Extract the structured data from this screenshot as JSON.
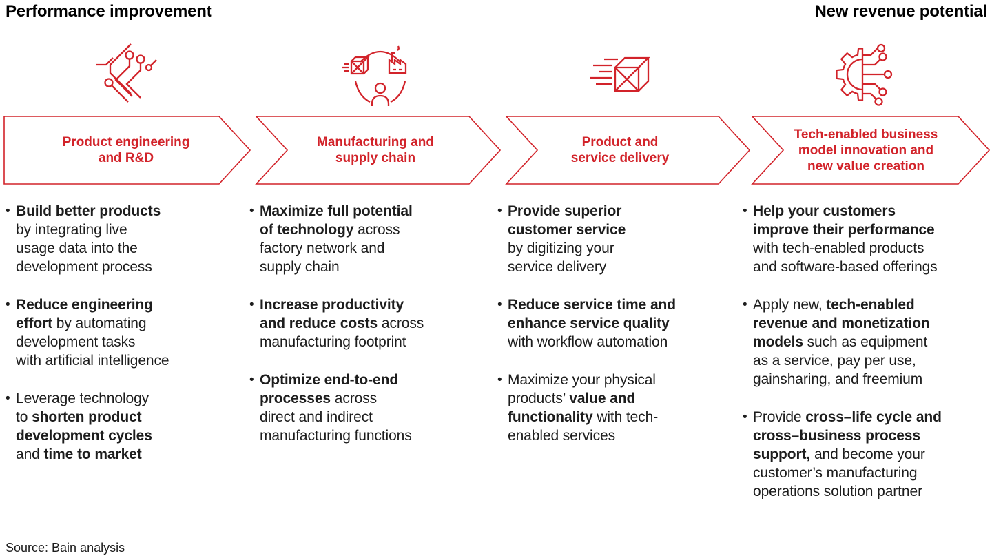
{
  "colors": {
    "red": "#d2232a",
    "text": "#1d1d1d"
  },
  "bullet_char": "•",
  "headings": {
    "left": "Performance improvement",
    "right": "New revenue potential"
  },
  "source": "Source: Bain analysis",
  "columns": [
    {
      "icon": "circuit-board-icon",
      "arrow_label": "Product engineering\nand R&D",
      "bullets": [
        {
          "segments": [
            {
              "t": "Build better products",
              "b": true
            },
            {
              "t": "\nby integrating live\nusage data into the\ndevelopment process",
              "b": false
            }
          ]
        },
        {
          "segments": [
            {
              "t": "Reduce engineering\neffort",
              "b": true
            },
            {
              "t": " by automating\ndevelopment tasks\nwith artificial intelligence",
              "b": false
            }
          ]
        },
        {
          "segments": [
            {
              "t": "Leverage technology\nto ",
              "b": false
            },
            {
              "t": "shorten product\ndevelopment cycles",
              "b": true
            },
            {
              "t": "\nand ",
              "b": false
            },
            {
              "t": "time to market",
              "b": true
            }
          ]
        }
      ]
    },
    {
      "icon": "supply-chain-cycle-icon",
      "arrow_label": "Manufacturing and\nsupply chain",
      "bullets": [
        {
          "segments": [
            {
              "t": "Maximize full potential\nof technology",
              "b": true
            },
            {
              "t": " across\nfactory network and\nsupply chain",
              "b": false
            }
          ]
        },
        {
          "segments": [
            {
              "t": "Increase productivity\nand reduce costs",
              "b": true
            },
            {
              "t": " across\nmanufacturing footprint",
              "b": false
            }
          ]
        },
        {
          "segments": [
            {
              "t": "Optimize end-to-end\nprocesses",
              "b": true
            },
            {
              "t": " across\ndirect and indirect\nmanufacturing functions",
              "b": false
            }
          ]
        }
      ]
    },
    {
      "icon": "fast-delivery-box-icon",
      "arrow_label": "Product and\nservice delivery",
      "bullets": [
        {
          "segments": [
            {
              "t": "Provide superior\ncustomer service",
              "b": true
            },
            {
              "t": "\nby digitizing your\nservice delivery",
              "b": false
            }
          ]
        },
        {
          "segments": [
            {
              "t": "Reduce service time and\nenhance service quality",
              "b": true
            },
            {
              "t": "\nwith workflow automation",
              "b": false
            }
          ]
        },
        {
          "segments": [
            {
              "t": "Maximize your physical\nproducts’ ",
              "b": false
            },
            {
              "t": "value and\nfunctionality",
              "b": true
            },
            {
              "t": " with tech-\nenabled services",
              "b": false
            }
          ]
        }
      ]
    },
    {
      "icon": "gear-circuit-icon",
      "arrow_label": "Tech-enabled business\nmodel innovation and\nnew value creation",
      "bullets": [
        {
          "segments": [
            {
              "t": "Help your customers\nimprove their performance",
              "b": true
            },
            {
              "t": "\nwith tech-enabled products\nand software-based offerings",
              "b": false
            }
          ]
        },
        {
          "segments": [
            {
              "t": "Apply new, ",
              "b": false
            },
            {
              "t": "tech-enabled\nrevenue and monetization\nmodels",
              "b": true
            },
            {
              "t": " such as equipment\nas a service, pay per use,\ngainsharing, and freemium",
              "b": false
            }
          ]
        },
        {
          "segments": [
            {
              "t": "Provide ",
              "b": false
            },
            {
              "t": "cross–life cycle and\ncross–business process\nsupport,",
              "b": true
            },
            {
              "t": " and become your\ncustomer’s manufacturing\noperations solution partner",
              "b": false
            }
          ]
        }
      ]
    }
  ]
}
